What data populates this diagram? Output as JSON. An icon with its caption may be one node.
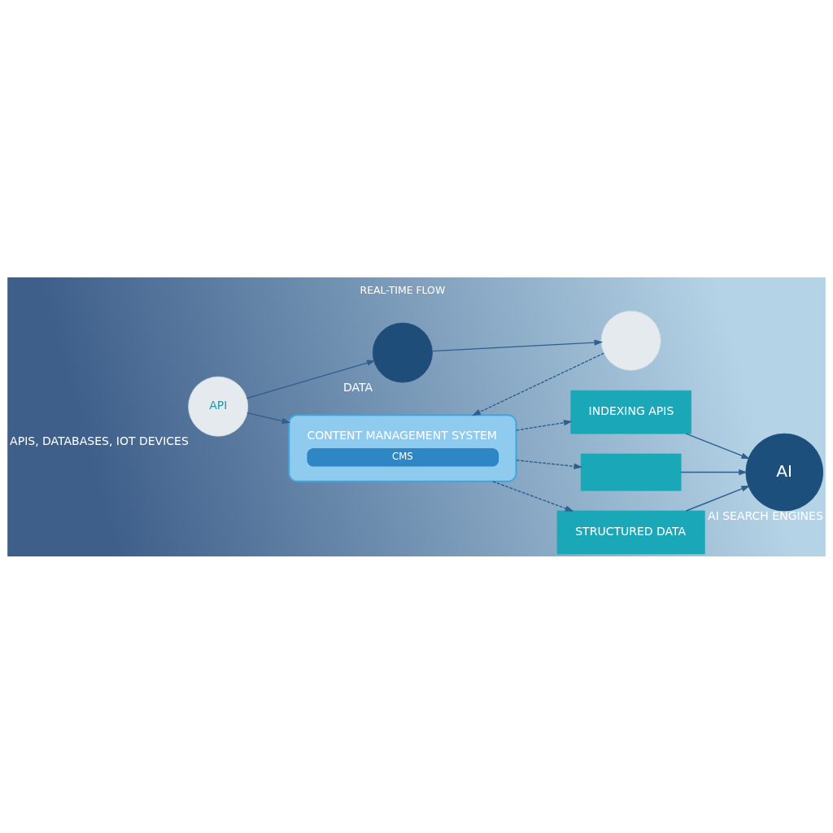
{
  "diagram": {
    "nodes": [
      {
        "text": [
          "API"
        ],
        "beside": [
          "APIS, DATABASES, IOT DEVICES"
        ]
      },
      {
        "text": [],
        "shape": "circle",
        "beside": [
          "DATA"
        ]
      },
      {
        "text": [],
        "shape": "circle"
      },
      {
        "text": [
          "CONTENT MANAGEMENT SYSTEM",
          "CMS"
        ]
      },
      {
        "text": [
          "INDEXING APIS"
        ]
      },
      {
        "text": [],
        "shape": "box"
      },
      {
        "text": [
          "STRUCTURED DATA"
        ]
      },
      {
        "text": [
          "AI"
        ],
        "beside": [
          "AI SEARCH ENGINES"
        ]
      }
    ],
    "edges": [
      {
        "from": 0,
        "to": 1,
        "arrow": "to"
      },
      {
        "from": 1,
        "to": 2,
        "arrow": "to"
      },
      {
        "from": 0,
        "to": 3,
        "arrow": "to"
      },
      {
        "from": 2,
        "to": 3,
        "arrow": "to",
        "style": "dashed"
      },
      {
        "from": 3,
        "to": 4,
        "arrow": "to",
        "style": "dashed"
      },
      {
        "from": 3,
        "to": 5,
        "arrow": "to",
        "style": "dashed"
      },
      {
        "from": 3,
        "to": 6,
        "arrow": "to",
        "style": "dashed"
      },
      {
        "from": 4,
        "to": 7,
        "arrow": "to"
      },
      {
        "from": 5,
        "to": 7,
        "arrow": "to"
      },
      {
        "from": 6,
        "to": 7,
        "arrow": "to"
      }
    ],
    "labels": [
      "REAL-TIME FLOW"
    ]
  }
}
